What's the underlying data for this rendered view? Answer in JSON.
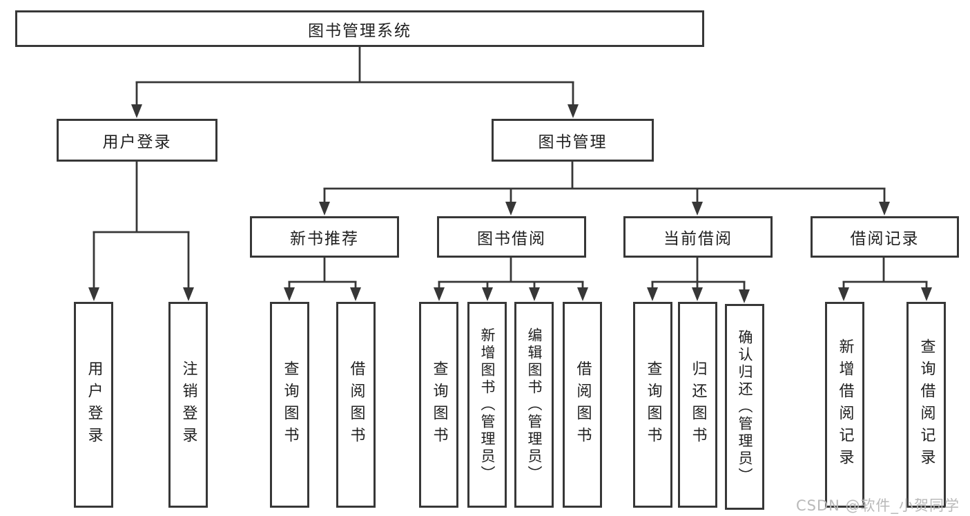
{
  "root_label": "图书管理系统",
  "branches": {
    "user_login": {
      "label": "用户登录",
      "children": [
        "用户登录",
        "注销登录"
      ]
    },
    "book_mgmt": {
      "label": "图书管理"
    }
  },
  "sections": [
    {
      "label": "新书推荐",
      "children": [
        "查询图书",
        "借阅图书"
      ]
    },
    {
      "label": "图书借阅",
      "children": [
        "查询图书",
        "新增图书（管理员）",
        "编辑图书（管理员）",
        "借阅图书"
      ]
    },
    {
      "label": "当前借阅",
      "children": [
        "查询图书",
        "归还图书",
        "确认归还（管理员）"
      ]
    },
    {
      "label": "借阅记录",
      "children": [
        "新增借阅记录",
        "查询借阅记录"
      ]
    }
  ],
  "watermark": "CSDN @软件_小贺同学",
  "colors": {
    "line": "#373737",
    "text": "#1f1f1f",
    "watermark": "#b9b9b9",
    "background": "#ffffff"
  }
}
